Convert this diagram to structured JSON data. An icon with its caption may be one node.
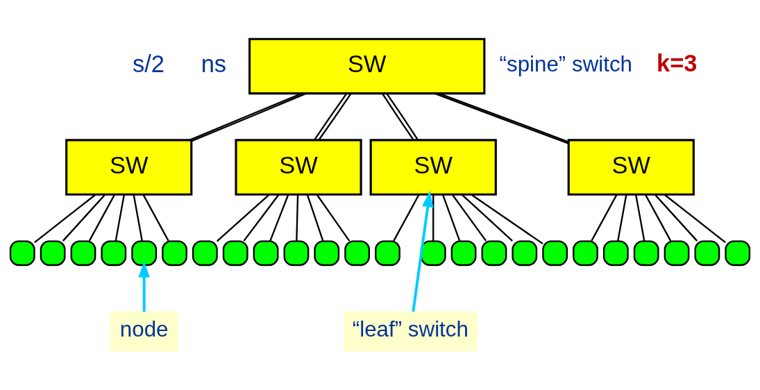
{
  "diagram": {
    "nodes": [
      {
        "text": [
          "SW"
        ],
        "beside": [
          "“spine” switch"
        ]
      },
      {
        "text": [
          "SW"
        ]
      },
      {
        "text": [
          "SW"
        ]
      },
      {
        "text": [
          "SW"
        ]
      },
      {
        "text": [
          "SW"
        ]
      },
      {
        "text": [],
        "shape": "box"
      },
      {
        "text": [],
        "shape": "box"
      },
      {
        "text": [],
        "shape": "box"
      },
      {
        "text": [],
        "shape": "box"
      },
      {
        "text": [],
        "shape": "box"
      },
      {
        "text": [],
        "shape": "box"
      },
      {
        "text": [],
        "shape": "box"
      },
      {
        "text": [],
        "shape": "box"
      },
      {
        "text": [],
        "shape": "box"
      },
      {
        "text": [],
        "shape": "box"
      },
      {
        "text": [],
        "shape": "box"
      },
      {
        "text": [],
        "shape": "box"
      },
      {
        "text": [],
        "shape": "box"
      },
      {
        "text": [],
        "shape": "box"
      },
      {
        "text": [],
        "shape": "box"
      },
      {
        "text": [],
        "shape": "box"
      },
      {
        "text": [],
        "shape": "box"
      },
      {
        "text": [],
        "shape": "box"
      },
      {
        "text": [],
        "shape": "box"
      },
      {
        "text": [],
        "shape": "box"
      },
      {
        "text": [],
        "shape": "box"
      },
      {
        "text": [],
        "shape": "box"
      },
      {
        "text": [],
        "shape": "box"
      },
      {
        "text": [],
        "shape": "box"
      },
      {
        "text": [
          "node"
        ]
      },
      {
        "text": [
          "“leaf” switch"
        ]
      }
    ],
    "edges": [
      {
        "from": 0,
        "to": 1,
        "arrow": "none"
      },
      {
        "from": 0,
        "to": 1,
        "arrow": "none"
      },
      {
        "from": 0,
        "to": 2,
        "arrow": "none"
      },
      {
        "from": 0,
        "to": 2,
        "arrow": "none"
      },
      {
        "from": 0,
        "to": 3,
        "arrow": "none"
      },
      {
        "from": 0,
        "to": 3,
        "arrow": "none"
      },
      {
        "from": 0,
        "to": 4,
        "arrow": "none"
      },
      {
        "from": 0,
        "to": 4,
        "arrow": "none"
      },
      {
        "from": 1,
        "to": 5,
        "arrow": "none"
      },
      {
        "from": 1,
        "to": 6,
        "arrow": "none"
      },
      {
        "from": 1,
        "to": 7,
        "arrow": "none"
      },
      {
        "from": 1,
        "to": 8,
        "arrow": "none"
      },
      {
        "from": 1,
        "to": 9,
        "arrow": "none"
      },
      {
        "from": 1,
        "to": 10,
        "arrow": "none"
      },
      {
        "from": 2,
        "to": 11,
        "arrow": "none"
      },
      {
        "from": 2,
        "to": 12,
        "arrow": "none"
      },
      {
        "from": 2,
        "to": 13,
        "arrow": "none"
      },
      {
        "from": 2,
        "to": 14,
        "arrow": "none"
      },
      {
        "from": 2,
        "to": 15,
        "arrow": "none"
      },
      {
        "from": 2,
        "to": 16,
        "arrow": "none"
      },
      {
        "from": 3,
        "to": 17,
        "arrow": "none"
      },
      {
        "from": 3,
        "to": 18,
        "arrow": "none"
      },
      {
        "from": 3,
        "to": 19,
        "arrow": "none"
      },
      {
        "from": 3,
        "to": 20,
        "arrow": "none"
      },
      {
        "from": 3,
        "to": 21,
        "arrow": "none"
      },
      {
        "from": 3,
        "to": 22,
        "arrow": "none"
      },
      {
        "from": 4,
        "to": 23,
        "arrow": "none"
      },
      {
        "from": 4,
        "to": 24,
        "arrow": "none"
      },
      {
        "from": 4,
        "to": 25,
        "arrow": "none"
      },
      {
        "from": 4,
        "to": 26,
        "arrow": "none"
      },
      {
        "from": 4,
        "to": 27,
        "arrow": "none"
      },
      {
        "from": 4,
        "to": 28,
        "arrow": "none"
      },
      {
        "from": 29,
        "to": 9,
        "arrow": "to",
        "color": "#00ccff"
      },
      {
        "from": 30,
        "to": 3,
        "arrow": "to",
        "color": "#00ccff"
      }
    ],
    "labels": [
      "s/2",
      "ns",
      "k=3"
    ]
  }
}
